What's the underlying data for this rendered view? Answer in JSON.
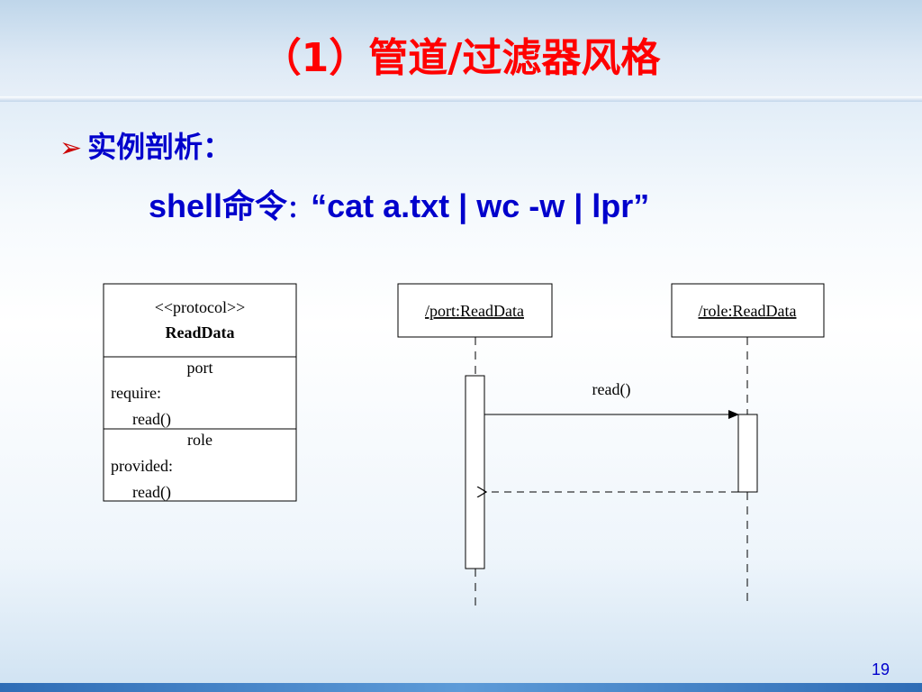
{
  "slide": {
    "title": "（1）管道/过滤器风格",
    "bullet": "实例剖析：",
    "command_prefix": "shell命令",
    "command_sep": "：",
    "command_text": "“cat a.txt | wc -w | lpr”",
    "page_number": "19"
  },
  "class_box": {
    "stereotype": "<<protocol>>",
    "name": "ReadData",
    "section1_title": "port",
    "section1_kind": "require:",
    "section1_op": "read()",
    "section2_title": "role",
    "section2_kind": "provided:",
    "section2_op": "read()"
  },
  "sequence": {
    "lifeline1": "/port:ReadData",
    "lifeline2": "/role:ReadData",
    "message": "read()"
  }
}
